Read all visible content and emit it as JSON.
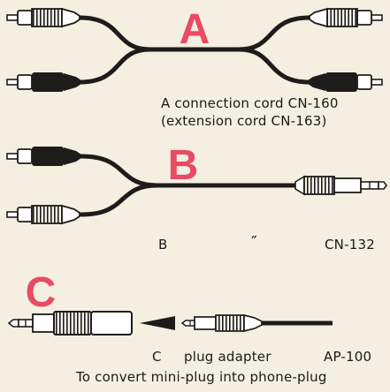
{
  "accent_color": "#e94a64",
  "cord_color": "#1e1c1a",
  "sections": [
    {
      "letter": "A",
      "caption_line1": "A  connection cord CN-160",
      "caption_line2": "(extension cord  CN-163)"
    },
    {
      "letter": "B",
      "caption_letter": "B",
      "ditto_mark": "″",
      "model": "CN-132"
    },
    {
      "letter": "C",
      "caption_letter": "C",
      "caption_name": "plug adapter",
      "model": "AP-100",
      "caption_line2": "To convert mini-plug into phone-plug"
    }
  ]
}
